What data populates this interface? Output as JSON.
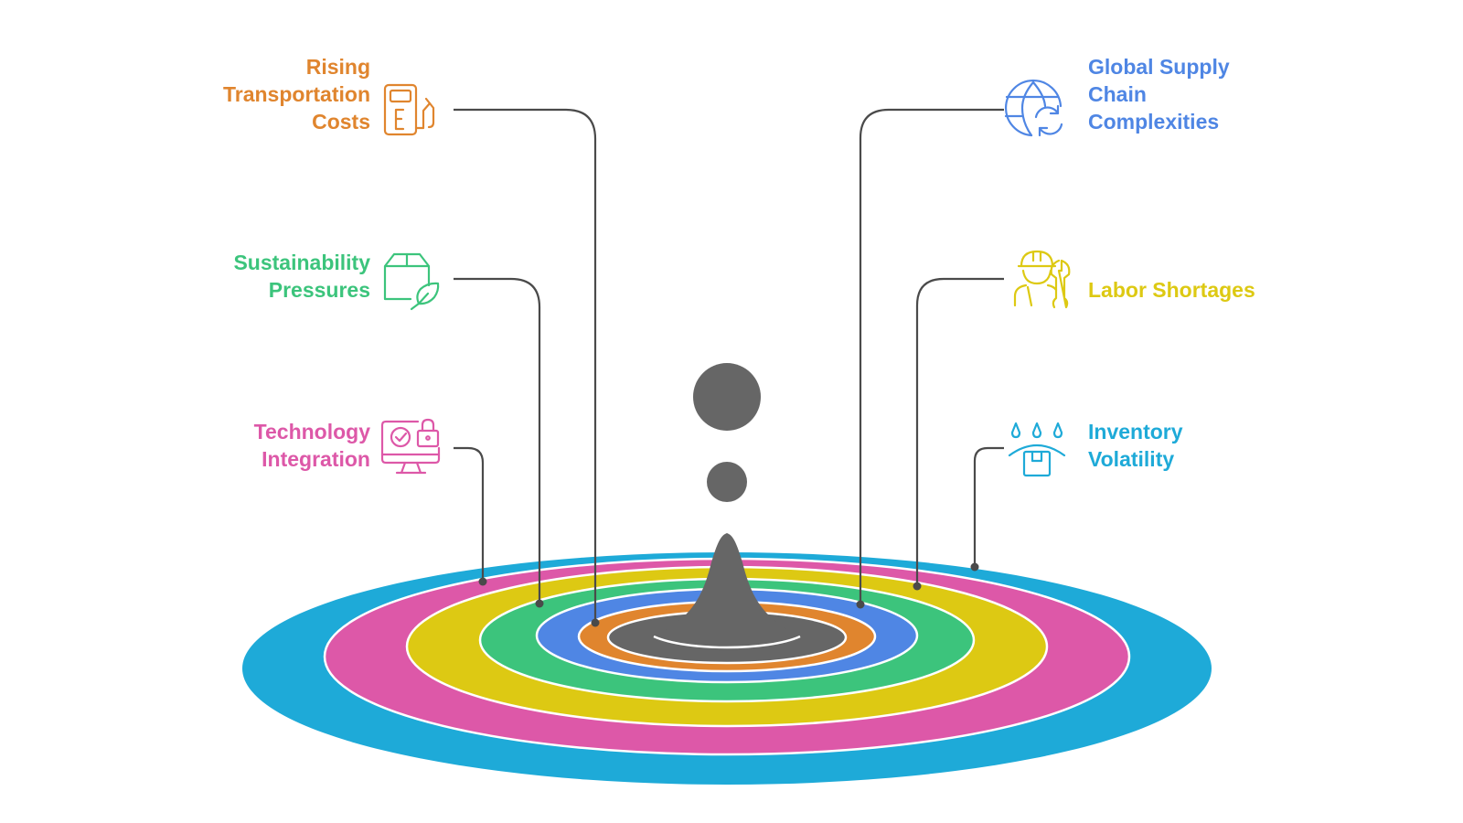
{
  "colors": {
    "background": "#ffffff",
    "connector": "#4a4a4a",
    "drop": "#666666",
    "rings": [
      "#1eaad8",
      "#dd58a8",
      "#ddc913",
      "#3cc47c",
      "#4f86e4",
      "#e0852e",
      "#666666"
    ]
  },
  "factors": [
    {
      "id": "transport",
      "lines": [
        "Rising",
        "Transportation",
        "Costs"
      ],
      "color": "#e0852e",
      "icon": "fuel-pump-icon"
    },
    {
      "id": "sustainability",
      "lines": [
        "Sustainability",
        "Pressures"
      ],
      "color": "#3cc47c",
      "icon": "eco-box-icon"
    },
    {
      "id": "technology",
      "lines": [
        "Technology",
        "Integration"
      ],
      "color": "#dd58a8",
      "icon": "secure-monitor-icon"
    },
    {
      "id": "supply-chain",
      "lines": [
        "Global Supply",
        "Chain",
        "Complexities"
      ],
      "color": "#4f86e4",
      "icon": "globe-sync-icon"
    },
    {
      "id": "labor",
      "lines": [
        "Labor Shortages"
      ],
      "color": "#ddc913",
      "icon": "worker-wrench-icon"
    },
    {
      "id": "inventory",
      "lines": [
        "Inventory",
        "Volatility"
      ],
      "color": "#1eaad8",
      "icon": "rain-box-icon"
    }
  ]
}
